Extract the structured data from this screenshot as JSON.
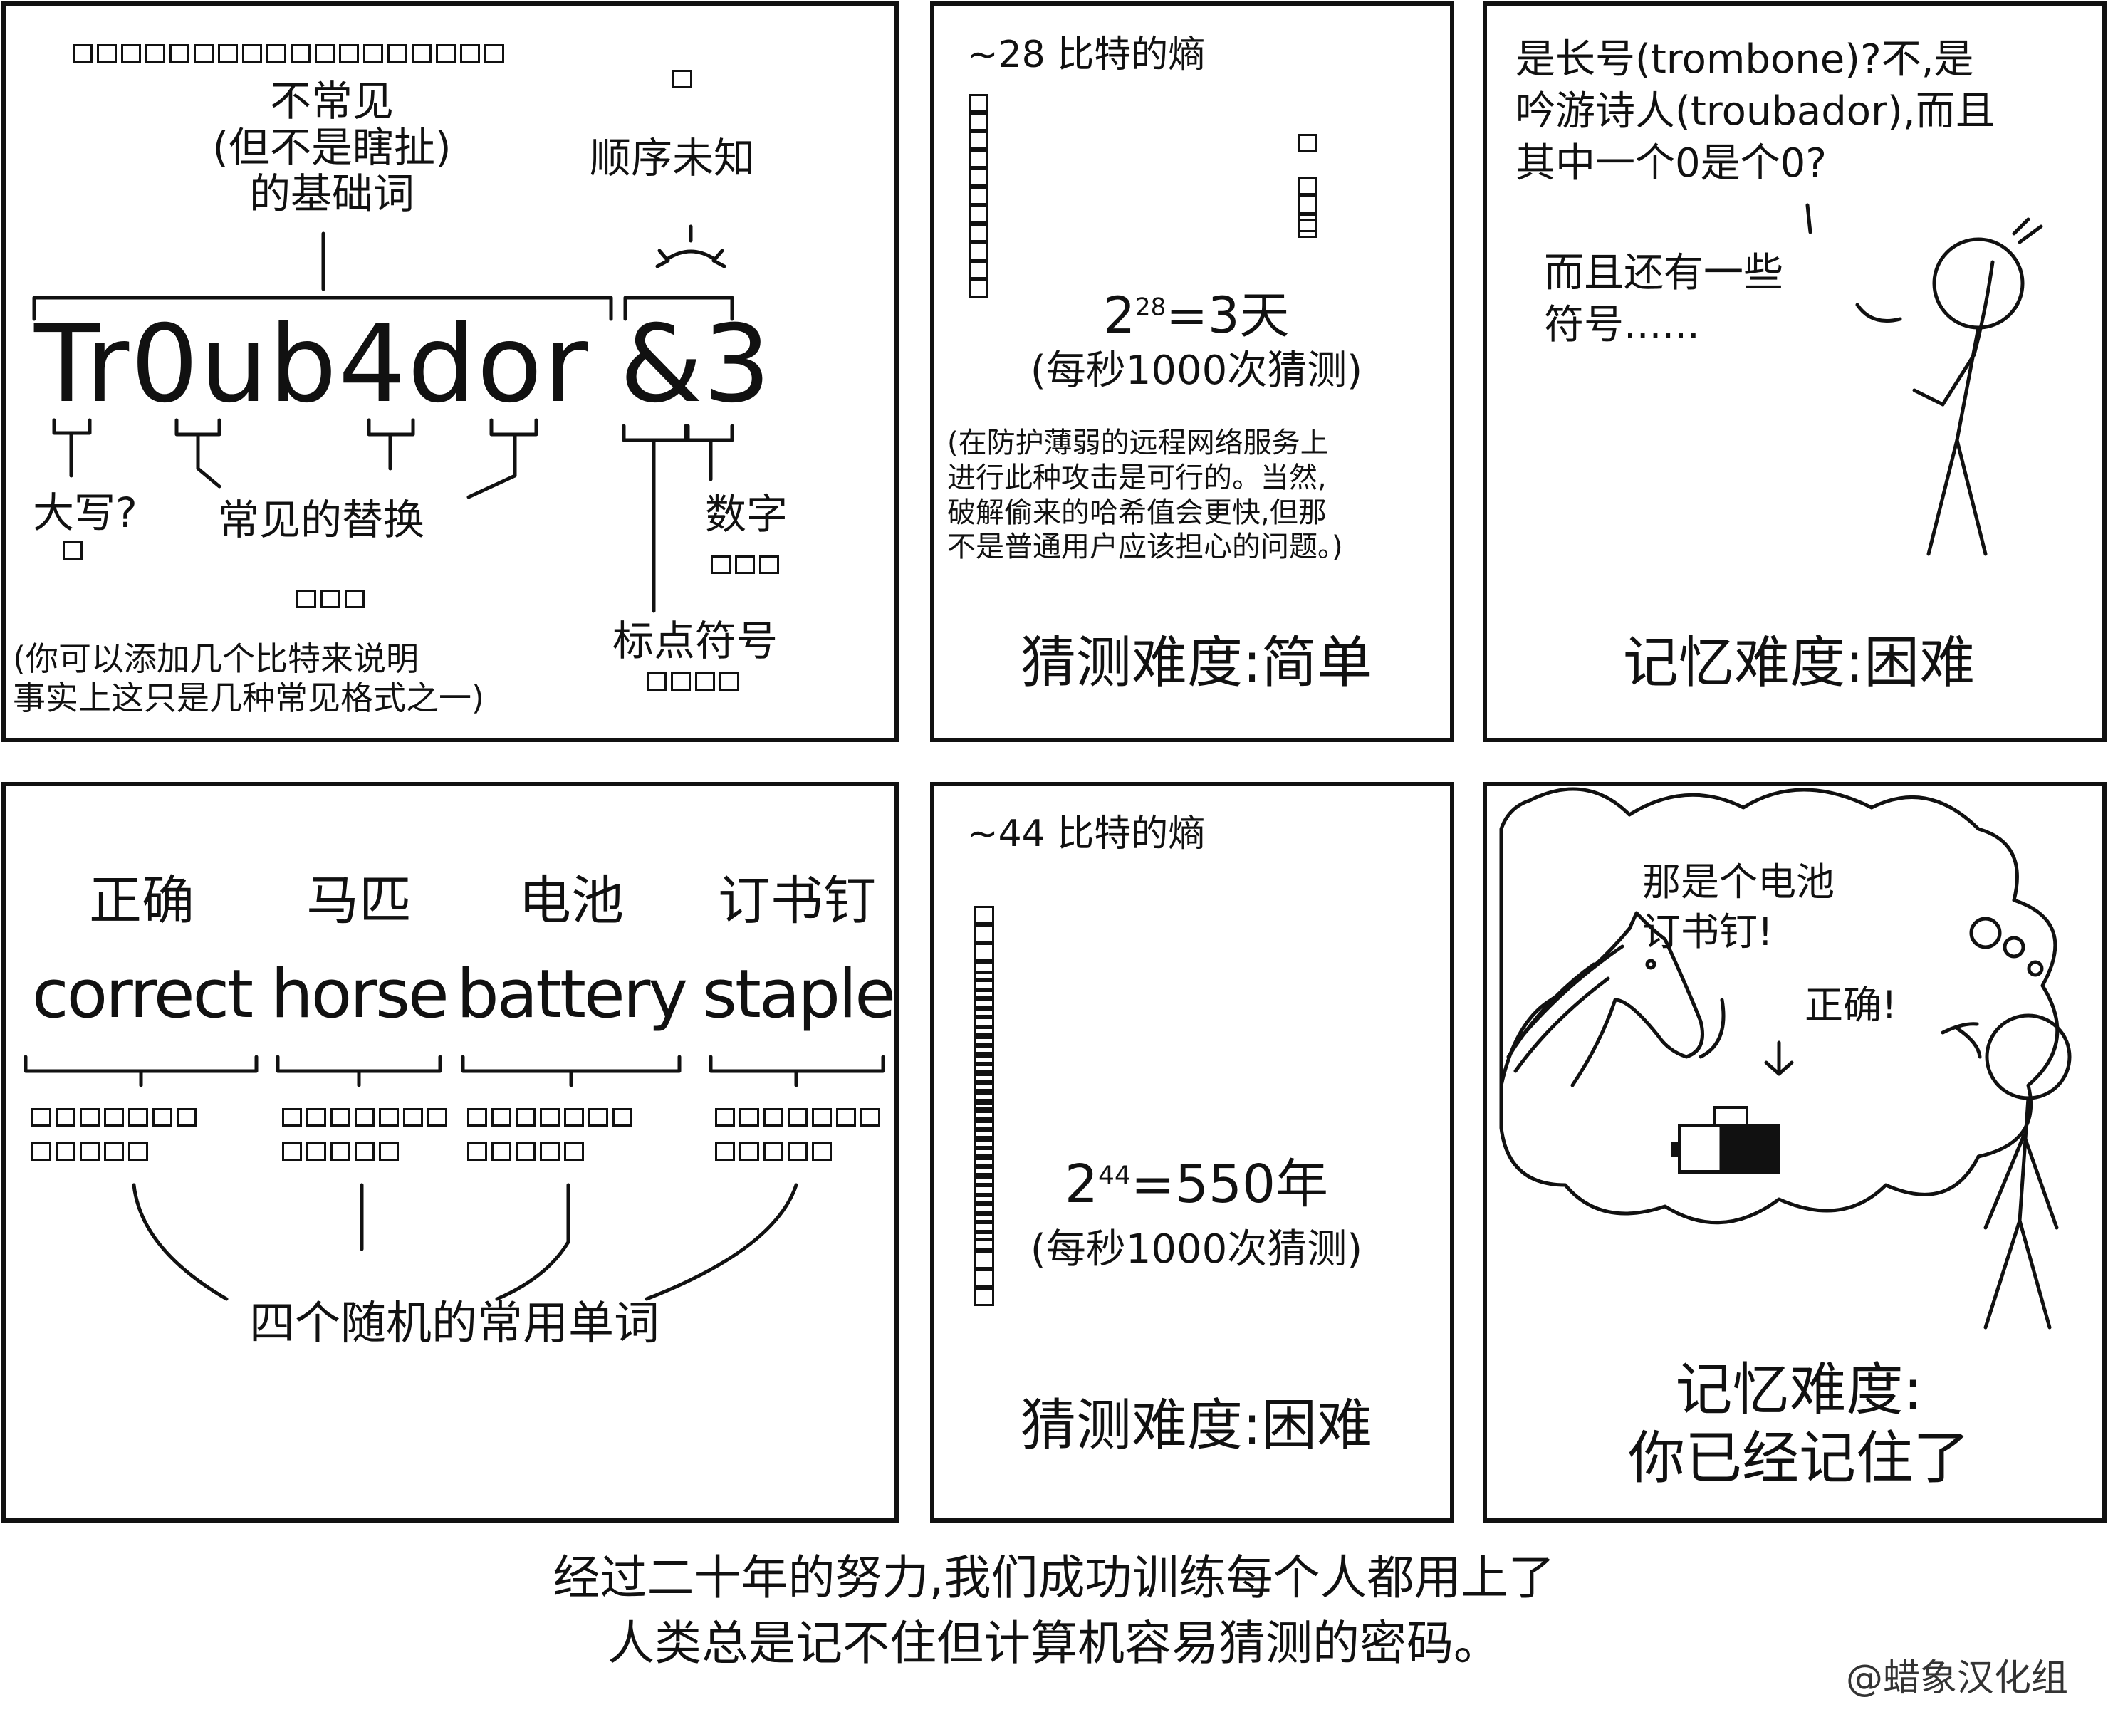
{
  "panel1": {
    "top_boxes": 18,
    "right_box": 1,
    "uncommon_label": "不常见\n(但不是瞎扯)\n的基础词",
    "order_label": "顺序未知",
    "password_main": "Tr0ub4dor",
    "password_tail": "&3",
    "caps_label": "大写?",
    "caps_boxes": 1,
    "subs_label": "常见的替换",
    "subs_boxes": 3,
    "numeral_label": "数字",
    "numeral_boxes": 3,
    "punct_label": "标点符号",
    "punct_boxes": 4,
    "note": "(你可以添加几个比特来说明\n事实上这只是几种常见格式之一)"
  },
  "panel2": {
    "entropy": "~28 比特的熵",
    "box_rows_left": [
      9,
      9,
      3,
      4
    ],
    "box_rows_right": [
      1,
      3,
      1
    ],
    "formula_base": "2",
    "formula_exp": "28",
    "formula_rest": "=3天",
    "rate": "(每秒1000次猜测)",
    "note": "(在防护薄弱的远程网络服务上\n进行此种攻击是可行的。当然,\n破解偷来的哈希值会更快,但那\n不是普通用户应该担心的问题。)",
    "difficulty": "猜测难度:简单"
  },
  "panel3": {
    "speech": "是长号(trombone)?不,是\n吟游诗人(troubador),而且\n其中一个0是个0?",
    "speech2": "而且还有一些\n符号......",
    "difficulty": "记忆难度:困难"
  },
  "panel4": {
    "words": [
      {
        "cn": "正确",
        "en": "correct",
        "boxes": [
          7,
          5
        ]
      },
      {
        "cn": "马匹",
        "en": "horse",
        "boxes": [
          7,
          5
        ]
      },
      {
        "cn": "电池",
        "en": "battery",
        "boxes": [
          7,
          5
        ]
      },
      {
        "cn": "订书钉",
        "en": "staple",
        "boxes": [
          7,
          5
        ]
      }
    ],
    "caption": "四个随机的常用单词"
  },
  "panel5": {
    "entropy": "~44 比特的熵",
    "box_rows": [
      11,
      11,
      11,
      11
    ],
    "formula_base": "2",
    "formula_exp": "44",
    "formula_rest": "=550年",
    "rate": "(每秒1000次猜测)",
    "difficulty": "猜测难度:困难"
  },
  "panel6": {
    "thought": "那是个电池\n订书钉!",
    "reply": "正确!",
    "difficulty": "记忆难度:\n你已经记住了"
  },
  "footer": {
    "caption": "经过二十年的努力,我们成功训练每个人都用上了\n人类总是记不住但计算机容易猜测的密码。",
    "credit": "@蜡象汉化组"
  }
}
